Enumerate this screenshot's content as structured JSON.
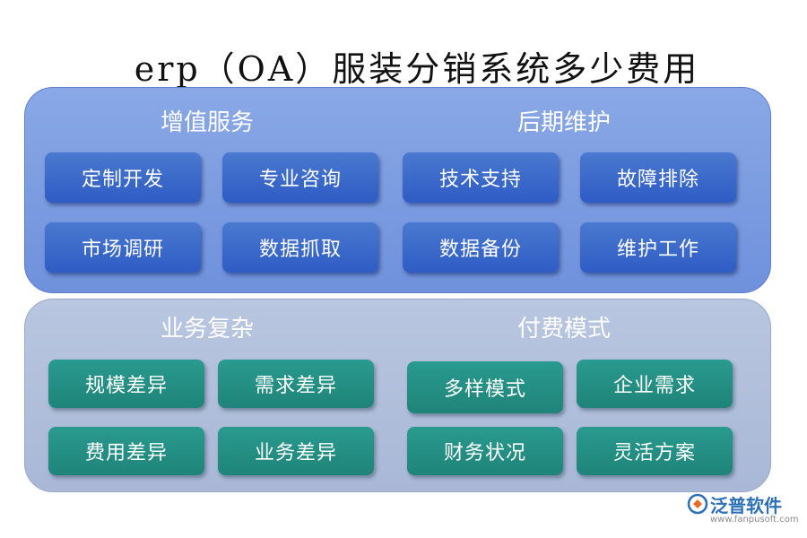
{
  "title": "erp（OA）服装分销系统多少费用",
  "top_panel": {
    "left_section": {
      "title": "增值服务",
      "items": [
        "定制开发",
        "专业咨询",
        "市场调研",
        "数据抓取"
      ]
    },
    "right_section": {
      "title": "后期维护",
      "items": [
        "技术支持",
        "故障排除",
        "数据备份",
        "维护工作"
      ]
    }
  },
  "bottom_panel": {
    "left_section": {
      "title": "业务复杂",
      "items": [
        "规模差异",
        "需求差异",
        "费用差异",
        "业务差异"
      ]
    },
    "right_section": {
      "title": "付费模式",
      "items": [
        "多样模式",
        "企业需求",
        "财务状况",
        "灵活方案"
      ]
    }
  },
  "logo": {
    "name": "泛普软件",
    "url": "www.fanpusoft.com",
    "icon": "fanpu-logo-icon"
  },
  "colors": {
    "top_panel": "#7a9be0",
    "bottom_panel": "#b0bedb",
    "blue_box": "#3a68c9",
    "teal_box": "#23907f"
  }
}
